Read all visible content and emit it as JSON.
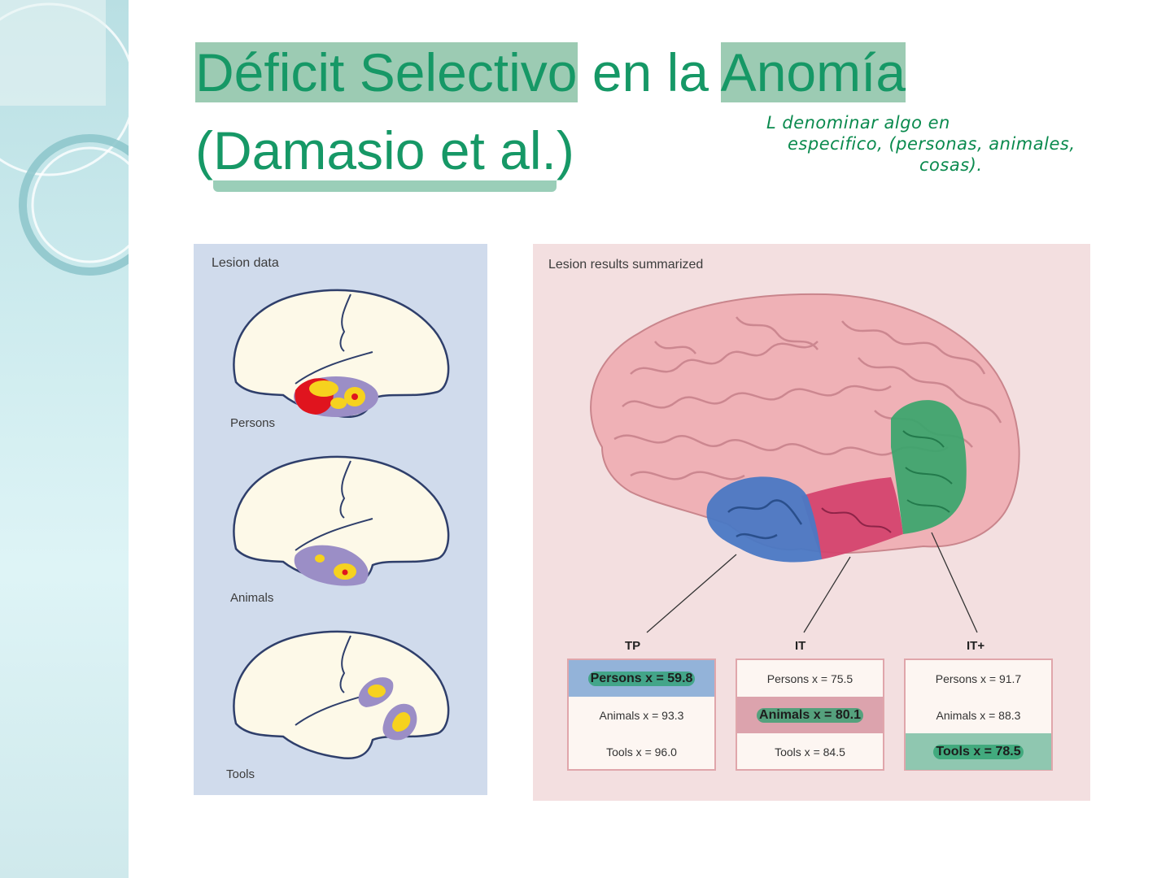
{
  "slide": {
    "title_part1": "Déficit Selectivo",
    "title_part2": " en la ",
    "title_part3": "Anomía",
    "subtitle_open": "(",
    "subtitle_main": "Damasio et al.",
    "subtitle_close": ")",
    "handwritten_note": {
      "line1": "L denominar algo en",
      "line2": "especifico, (personas, animales,",
      "line3": "cosas)."
    },
    "accent_color": "#169866",
    "highlight_color": "#9ccbb3"
  },
  "lesion_data": {
    "title": "Lesion data",
    "labels": [
      "Persons",
      "Animals",
      "Tools"
    ]
  },
  "lesion_results": {
    "title": "Lesion results summarized",
    "regions": [
      {
        "name": "TP",
        "color": "#4a78c4",
        "rows": [
          "Persons x = 59.8",
          "Animals x = 93.3",
          "Tools x = 96.0"
        ],
        "highlight_row": 0
      },
      {
        "name": "IT",
        "color": "#d4456f",
        "rows": [
          "Persons x = 75.5",
          "Animals x = 80.1",
          "Tools x = 84.5"
        ],
        "highlight_row": 1
      },
      {
        "name": "IT+",
        "color": "#3aa56c",
        "rows": [
          "Persons x = 91.7",
          "Animals x = 88.3",
          "Tools x = 78.5"
        ],
        "highlight_row": 2
      }
    ]
  }
}
